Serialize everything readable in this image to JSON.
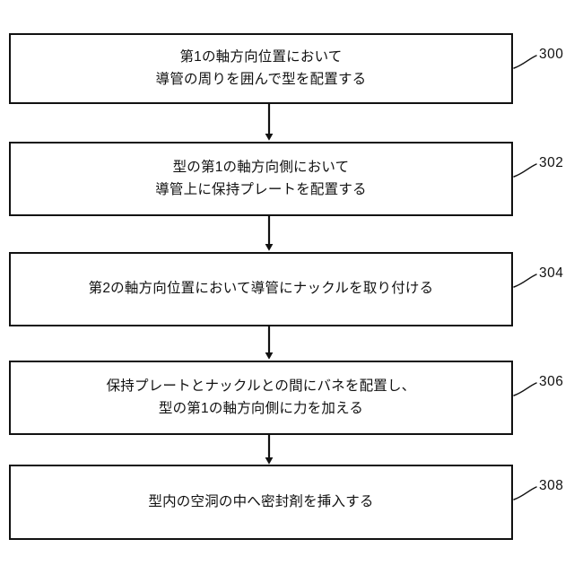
{
  "figure": {
    "type": "patent-flowchart",
    "orientation": "vertical",
    "background_color": "#ffffff",
    "line_color": "#111111",
    "steps": [
      {
        "ref": "300",
        "text": "第1の軸方向位置において\n導管の周りを囲んで型を配置する",
        "lines": [
          "第1の軸方向位置において",
          "導管の周りを囲んで型を配置する"
        ]
      },
      {
        "ref": "302",
        "text": "型の第1の軸方向側において\n導管上に保持プレートを配置する",
        "lines": [
          "型の第1の軸方向側において",
          "導管上に保持プレートを配置する"
        ]
      },
      {
        "ref": "304",
        "text": "第2の軸方向位置において導管にナックルを取り付ける",
        "lines": [
          "第2の軸方向位置において導管にナックルを取り付ける"
        ]
      },
      {
        "ref": "306",
        "text": "保持プレートとナックルとの間にバネを配置し、\n型の第1の軸方向側に力を加える",
        "lines": [
          "保持プレートとナックルとの間にバネを配置し、",
          "型の第1の軸方向側に力を加える"
        ]
      },
      {
        "ref": "308",
        "text": "型内の空洞の中へ密封剤を挿入する",
        "lines": [
          "型内の空洞の中へ密封剤を挿入する"
        ]
      }
    ],
    "connectors": [
      {
        "from_ref": "300",
        "to_ref": "302",
        "glyph": "arrow-down"
      },
      {
        "from_ref": "302",
        "to_ref": "304",
        "glyph": "arrow-down"
      },
      {
        "from_ref": "304",
        "to_ref": "306",
        "glyph": "arrow-down"
      },
      {
        "from_ref": "306",
        "to_ref": "308",
        "glyph": "arrow-down"
      }
    ]
  }
}
